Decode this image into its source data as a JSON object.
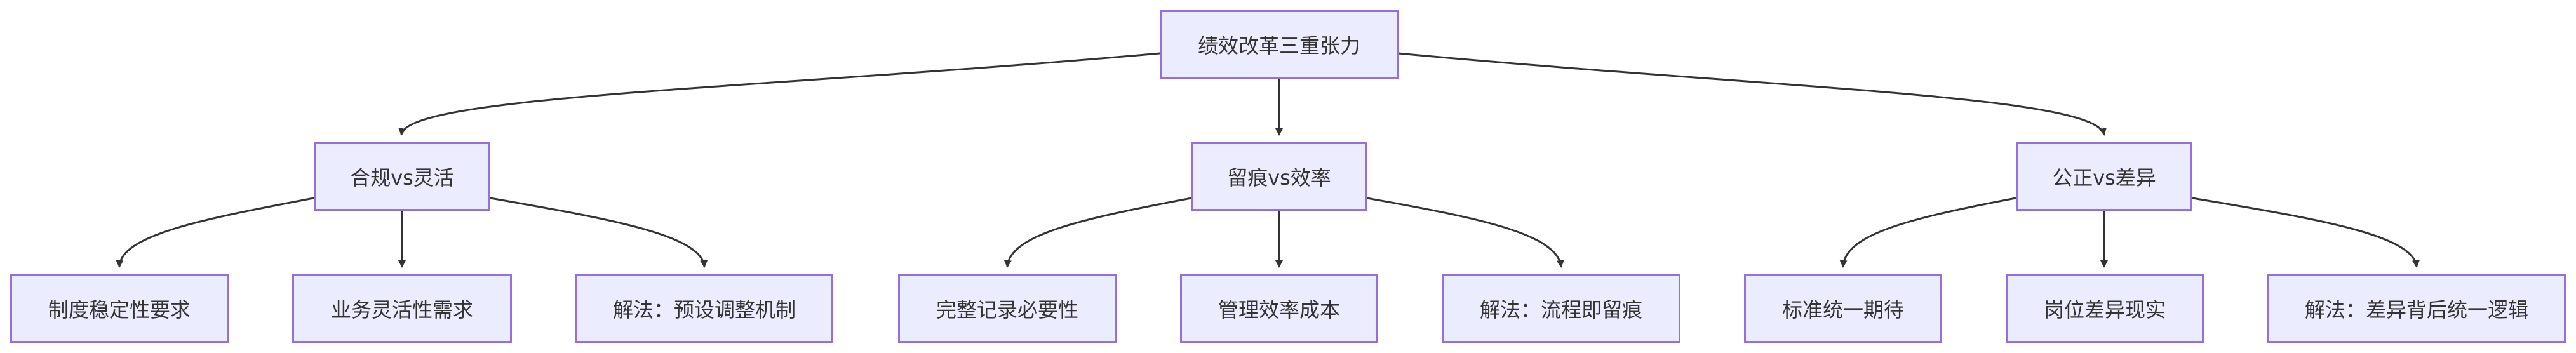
{
  "diagram": {
    "root": {
      "label": "绩效改革三重张力"
    },
    "branches": [
      {
        "label": "合规vs灵活",
        "children": [
          "制度稳定性要求",
          "业务灵活性需求",
          "解法：预设调整机制"
        ]
      },
      {
        "label": "留痕vs效率",
        "children": [
          "完整记录必要性",
          "管理效率成本",
          "解法：流程即留痕"
        ]
      },
      {
        "label": "公正vs差异",
        "children": [
          "标准统一期待",
          "岗位差异现实",
          "解法：差异背后统一逻辑"
        ]
      }
    ],
    "colors": {
      "node_fill": "#ececff",
      "node_border": "#9370db",
      "edge": "#333333",
      "text": "#333333"
    }
  }
}
